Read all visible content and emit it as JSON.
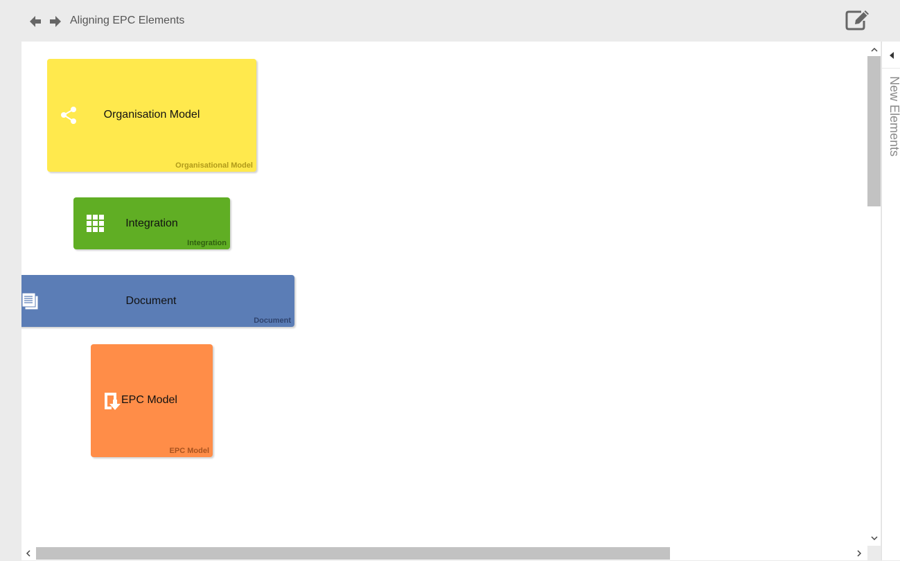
{
  "header": {
    "title": "Aligning EPC Elements",
    "back_icon": "arrow-left-icon",
    "forward_icon": "arrow-right-icon",
    "edit_icon": "edit-icon"
  },
  "nodes": [
    {
      "label": "Organisation Model",
      "type": "Organisational Model",
      "icon": "share-icon",
      "color": "#ffe94d"
    },
    {
      "label": "Integration",
      "type": "Integration",
      "icon": "grid-icon",
      "color": "#60ae24"
    },
    {
      "label": "Document",
      "type": "Document",
      "icon": "document-icon",
      "color": "#5b7db6"
    },
    {
      "label": "EPC Model",
      "type": "EPC Model",
      "icon": "epc-model-icon",
      "color": "#ff8d48"
    }
  ],
  "side_panel": {
    "label": "New Elements",
    "toggle_icon": "caret-left-icon"
  }
}
